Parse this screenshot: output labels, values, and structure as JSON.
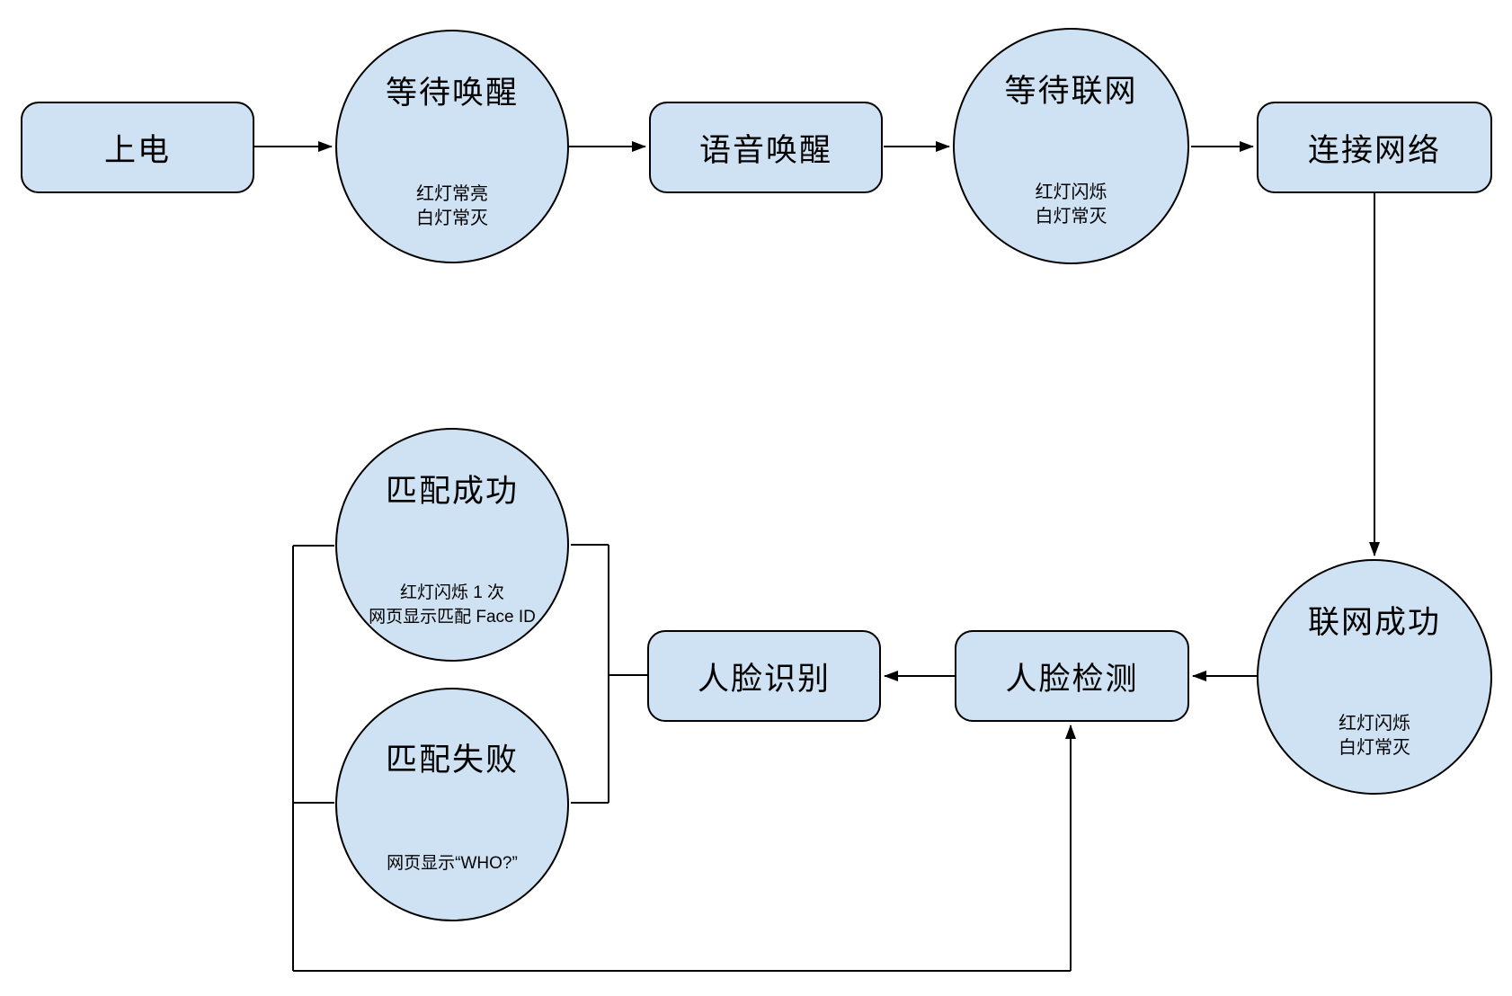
{
  "diagram": {
    "background_color": "#ffffff",
    "node_fill_color": "#cfe2f3",
    "node_border_color": "#000000",
    "connector_color": "#000000",
    "nodes": {
      "power_on": {
        "label": "上电"
      },
      "wait_wake": {
        "label": "等待唤醒",
        "sub1": "红灯常亮",
        "sub2": "白灯常灭"
      },
      "voice_wake": {
        "label": "语音唤醒"
      },
      "wait_network": {
        "label": "等待联网",
        "sub1": "红灯闪烁",
        "sub2": "白灯常灭"
      },
      "connect_network": {
        "label": "连接网络"
      },
      "network_success": {
        "label": "联网成功",
        "sub1": "红灯闪烁",
        "sub2": "白灯常灭"
      },
      "face_detect": {
        "label": "人脸检测"
      },
      "face_recognize": {
        "label": "人脸识别"
      },
      "match_success": {
        "label": "匹配成功",
        "sub1": "红灯闪烁 1 次",
        "sub2": "网页显示匹配 Face ID"
      },
      "match_fail": {
        "label": "匹配失败",
        "sub1": "网页显示“WHO?”"
      }
    }
  }
}
